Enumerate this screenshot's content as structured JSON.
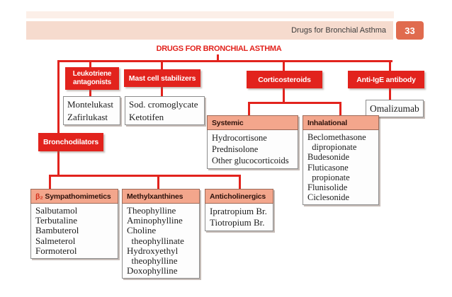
{
  "page": {
    "header_label": "Drugs for Bronchial Asthma",
    "page_number": "33",
    "title": "DRUGS FOR BRONCHIAL ASTHMA"
  },
  "colors": {
    "accent_red": "#e2231d",
    "salmon_header": "#f3a68c",
    "peach_bar": "#f6dbce",
    "badge_orange": "#e06b4e"
  },
  "nodes": {
    "leukotriene": {
      "label_lines": [
        "Leukotriene",
        "antagonists"
      ],
      "drugs": [
        "Montelukast",
        "Zafirlukast"
      ]
    },
    "mast": {
      "label": "Mast cell stabilizers",
      "drugs": [
        "Sod. cromoglycate",
        "Ketotifen"
      ]
    },
    "cortico": {
      "label": "Corticosteroids"
    },
    "antiige": {
      "label": "Anti-IgE antibody",
      "drugs": [
        "Omalizumab"
      ]
    },
    "systemic": {
      "label": "Systemic",
      "drugs": [
        "Hydrocortisone",
        "Prednisolone",
        "Other glucocorticoids"
      ]
    },
    "inhalational": {
      "label": "Inhalational",
      "drugs": [
        "Beclomethasone",
        "  dipropionate",
        "Budesonide",
        "Fluticasone",
        "  propionate",
        "Flunisolide",
        "Ciclesonide"
      ]
    },
    "broncho": {
      "label": "Bronchodilators"
    },
    "beta2": {
      "prefix": "β₂",
      "label": "Sympathomimetics",
      "drugs": [
        "Salbutamol",
        "Terbutaline",
        "Bambuterol",
        "Salmeterol",
        "Formoterol"
      ]
    },
    "methyl": {
      "label": "Methylxanthines",
      "drugs": [
        "Theophylline",
        "Aminophylline",
        "Choline",
        "  theophyllinate",
        "Hydroxyethyl",
        "  theophylline",
        "Doxophylline"
      ]
    },
    "anticholi": {
      "label": "Anticholinergics",
      "drugs": [
        "Ipratropium Br.",
        "Tiotropium Br."
      ]
    }
  }
}
